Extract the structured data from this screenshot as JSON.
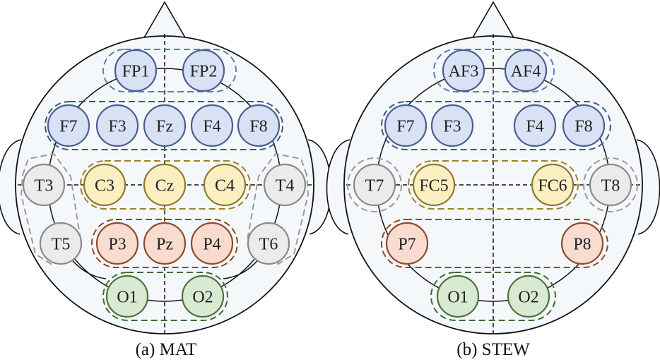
{
  "colors": {
    "frontal_fill": "#d9e1f4",
    "frontal_stroke": "#4a5f8f",
    "frontal_group_stroke": "#3c5a88",
    "fp_group_stroke": "#5b7fb5",
    "central_fill": "#fbefc2",
    "central_stroke": "#8f7a2a",
    "central_group_stroke": "#9a8422",
    "parietal_fill": "#f8dccf",
    "parietal_stroke": "#8f4a2a",
    "parietal_group_stroke": "#8e4a22",
    "occipital_fill": "#d9ead2",
    "occipital_stroke": "#4f7040",
    "occipital_group_stroke": "#3f6a34",
    "temporal_fill": "#ebebeb",
    "temporal_stroke": "#8a8a8a",
    "temporal_group_stroke": "#9a9a9a",
    "head_fill": "#f5f8fa",
    "line": "#111111"
  },
  "diagrams": [
    {
      "caption": "(a) MAT",
      "electrodes": [
        {
          "label": "FP1",
          "region": "frontal"
        },
        {
          "label": "FP2",
          "region": "frontal"
        },
        {
          "label": "F7",
          "region": "frontal"
        },
        {
          "label": "F3",
          "region": "frontal"
        },
        {
          "label": "Fz",
          "region": "frontal"
        },
        {
          "label": "F4",
          "region": "frontal"
        },
        {
          "label": "F8",
          "region": "frontal"
        },
        {
          "label": "T3",
          "region": "temporal"
        },
        {
          "label": "C3",
          "region": "central"
        },
        {
          "label": "Cz",
          "region": "central"
        },
        {
          "label": "C4",
          "region": "central"
        },
        {
          "label": "T4",
          "region": "temporal"
        },
        {
          "label": "T5",
          "region": "temporal"
        },
        {
          "label": "P3",
          "region": "parietal"
        },
        {
          "label": "Pz",
          "region": "parietal"
        },
        {
          "label": "P4",
          "region": "parietal"
        },
        {
          "label": "T6",
          "region": "temporal"
        },
        {
          "label": "O1",
          "region": "occipital"
        },
        {
          "label": "O2",
          "region": "occipital"
        }
      ]
    },
    {
      "caption": "(b) STEW",
      "electrodes": [
        {
          "label": "AF3",
          "region": "frontal"
        },
        {
          "label": "AF4",
          "region": "frontal"
        },
        {
          "label": "F7",
          "region": "frontal"
        },
        {
          "label": "F3",
          "region": "frontal"
        },
        {
          "label": "F4",
          "region": "frontal"
        },
        {
          "label": "F8",
          "region": "frontal"
        },
        {
          "label": "T7",
          "region": "temporal"
        },
        {
          "label": "FC5",
          "region": "central"
        },
        {
          "label": "FC6",
          "region": "central"
        },
        {
          "label": "T8",
          "region": "temporal"
        },
        {
          "label": "P7",
          "region": "parietal"
        },
        {
          "label": "P8",
          "region": "parietal"
        },
        {
          "label": "O1",
          "region": "occipital"
        },
        {
          "label": "O2",
          "region": "occipital"
        }
      ]
    }
  ]
}
